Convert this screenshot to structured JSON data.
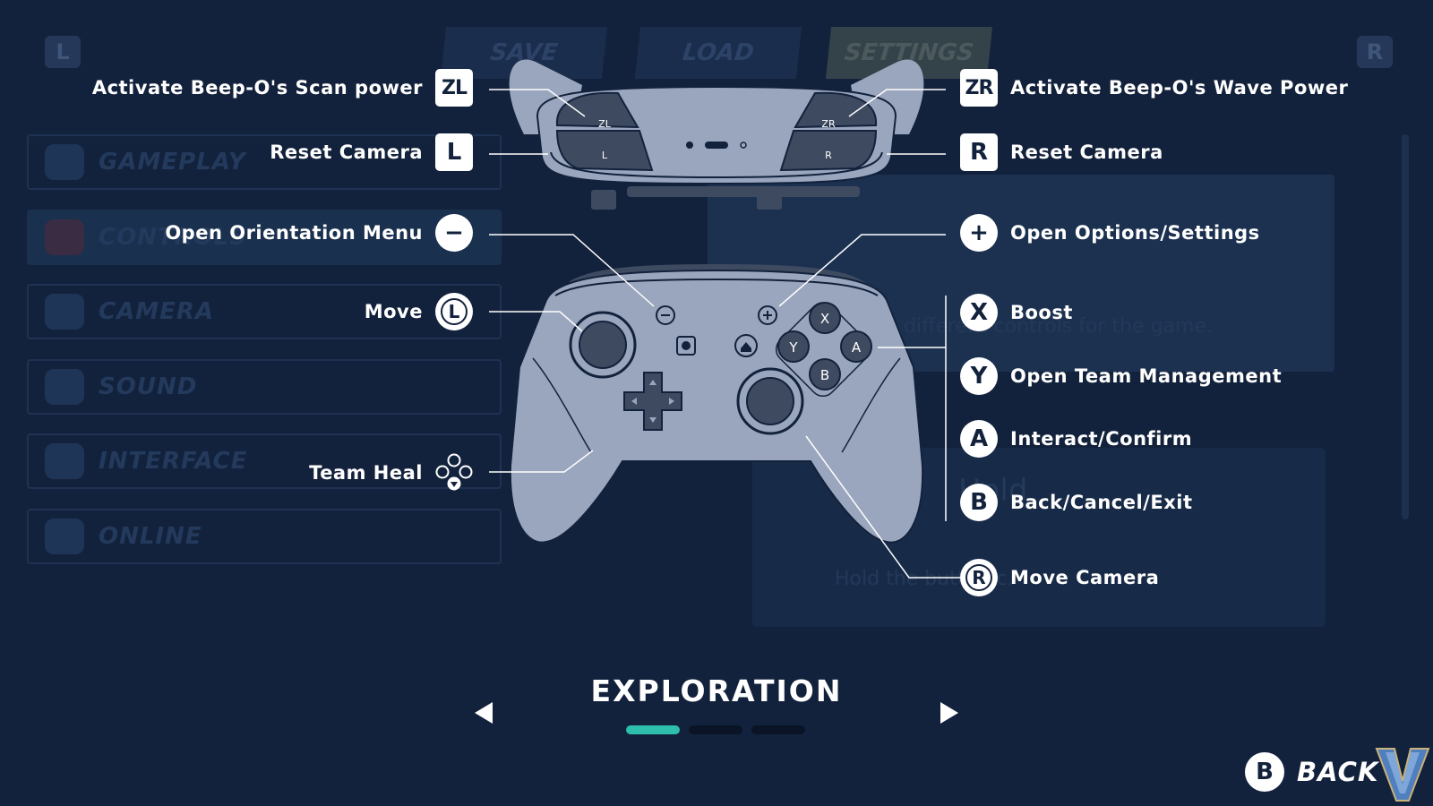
{
  "background_menu": {
    "bumper_left": "L",
    "bumper_right": "R",
    "top_tabs": [
      "SAVE",
      "LOAD",
      "SETTINGS"
    ],
    "sidebar": [
      "GAMEPLAY",
      "CONTROLS",
      "CAMERA",
      "SOUND",
      "INTERFACE",
      "ONLINE"
    ],
    "description": "c different controls for the game.",
    "hold_label": "Hold",
    "hold_hint": "Hold the butt          atic."
  },
  "left_labels": [
    {
      "text": "Activate Beep-O's Scan power",
      "key": "ZL",
      "key_style": "square"
    },
    {
      "text": "Reset Camera",
      "key": "L",
      "key_style": "square"
    },
    {
      "text": "Open Orientation Menu",
      "key": "−",
      "key_style": "circle"
    },
    {
      "text": "Move",
      "key": "L",
      "key_style": "ring"
    },
    {
      "text": "Team Heal",
      "key": "dpad-down-icon",
      "key_style": "dpad"
    }
  ],
  "right_labels": [
    {
      "text": "Activate Beep-O's Wave Power",
      "key": "ZR",
      "key_style": "square"
    },
    {
      "text": "Reset Camera",
      "key": "R",
      "key_style": "square"
    },
    {
      "text": "Open Options/Settings",
      "key": "+",
      "key_style": "circle"
    },
    {
      "text": "Boost",
      "key": "X",
      "key_style": "circle"
    },
    {
      "text": "Open Team Management",
      "key": "Y",
      "key_style": "circle"
    },
    {
      "text": "Interact/Confirm",
      "key": "A",
      "key_style": "circle"
    },
    {
      "text": "Back/Cancel/Exit",
      "key": "B",
      "key_style": "circle"
    },
    {
      "text": "Move Camera",
      "key": "R",
      "key_style": "ring"
    }
  ],
  "controller_glyphs": {
    "zl": "ZL",
    "zr": "ZR",
    "l": "L",
    "r": "R",
    "x": "X",
    "y": "Y",
    "a": "A",
    "b": "B"
  },
  "page": {
    "title": "EXPLORATION",
    "current_page": 1,
    "total_pages": 3
  },
  "back_button": {
    "key": "B",
    "label": "BACK"
  },
  "colors": {
    "background": "#13223c",
    "controller_body": "#9aa6bd",
    "accent": "#2ebfac",
    "text": "#ffffff"
  }
}
